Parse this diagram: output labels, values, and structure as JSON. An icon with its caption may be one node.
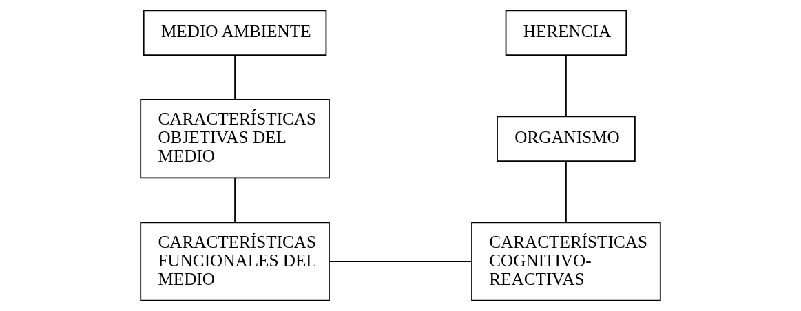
{
  "diagram": {
    "nodes": [
      {
        "text": [
          "MEDIO AMBIENTE"
        ]
      },
      {
        "text": [
          "CARACTERÍSTICAS OBJETIVAS DEL MEDIO"
        ]
      },
      {
        "text": [
          "CARACTERÍSTICAS FUNCIONALES DEL MEDIO"
        ]
      },
      {
        "text": [
          "HERENCIA"
        ]
      },
      {
        "text": [
          "ORGANISMO"
        ]
      },
      {
        "text": [
          "CARACTERÍSTICAS COGNITIVO-REACTIVAS"
        ]
      }
    ],
    "edges": [
      {
        "from": 0,
        "to": 1,
        "arrow": "none"
      },
      {
        "from": 1,
        "to": 2,
        "arrow": "none"
      },
      {
        "from": 2,
        "to": 5,
        "arrow": "none"
      },
      {
        "from": 3,
        "to": 4,
        "arrow": "none"
      },
      {
        "from": 4,
        "to": 5,
        "arrow": "none"
      }
    ]
  }
}
